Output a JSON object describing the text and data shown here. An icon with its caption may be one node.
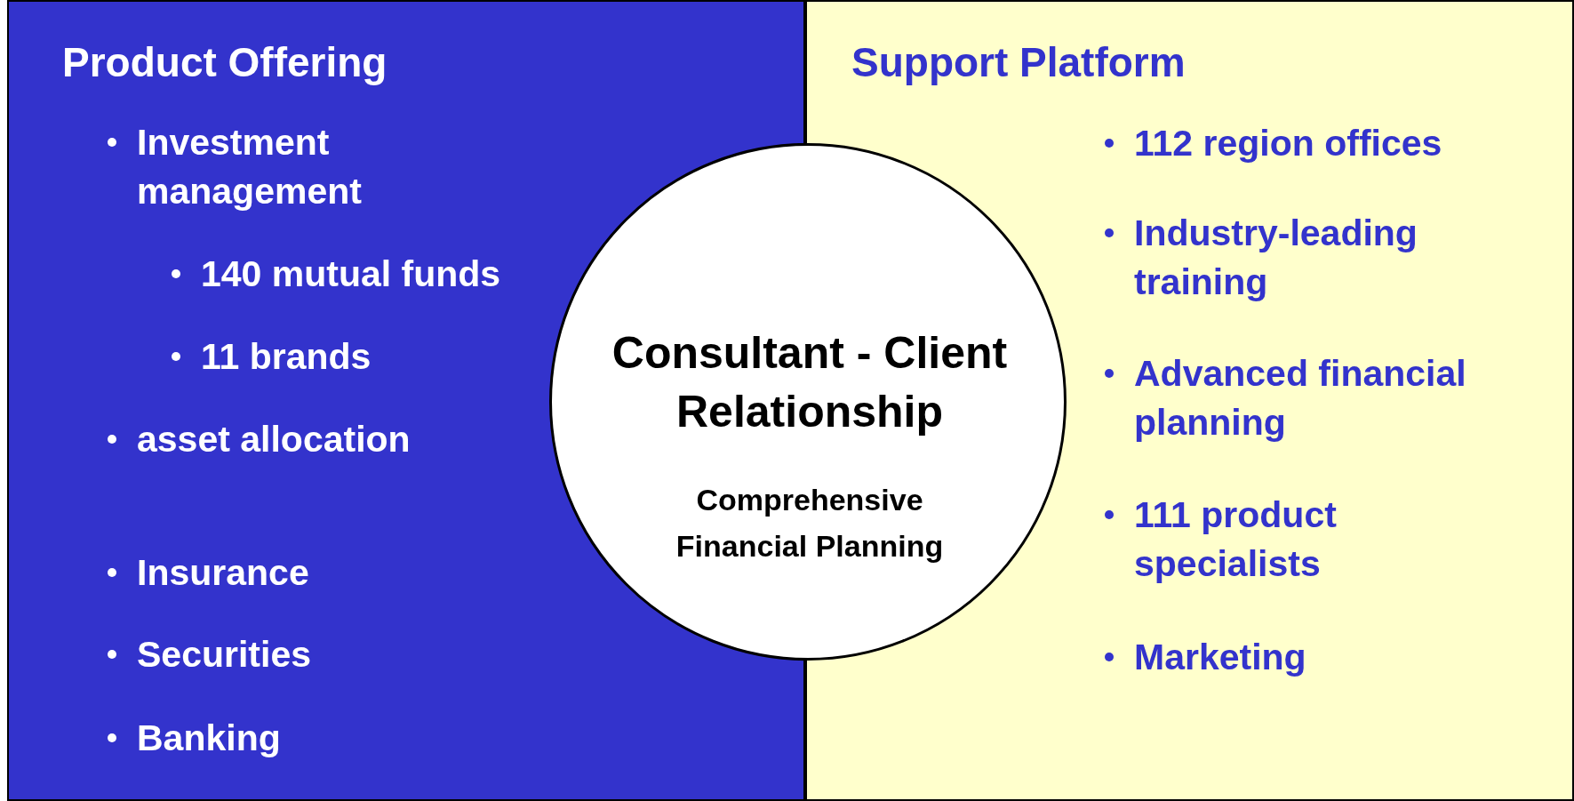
{
  "diagram": {
    "nodes": [
      {
        "text": [
          "Product Offering",
          "Investment management",
          "140 mutual funds",
          "11 brands",
          "asset allocation",
          "Insurance",
          "Securities",
          "Banking"
        ]
      },
      {
        "text": [
          "Support Platform",
          "112 region offices",
          "Industry-leading training",
          "Advanced financial planning",
          "111 product specialists",
          "Marketing"
        ]
      },
      {
        "text": [
          "Consultant - Client Relationship",
          "Comprehensive Financial Planning"
        ]
      }
    ]
  }
}
